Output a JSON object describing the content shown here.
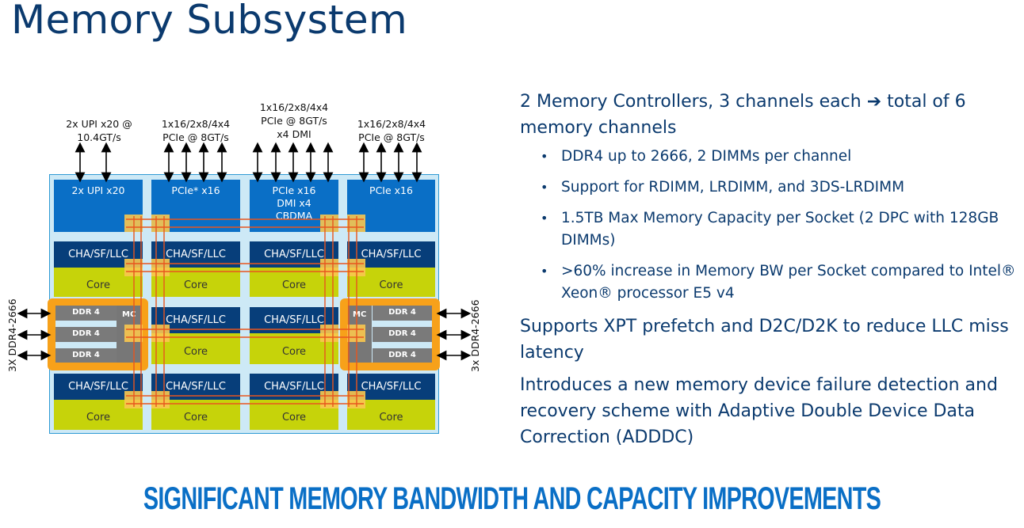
{
  "title": "Memory Subsystem",
  "diagram": {
    "io_labels": [
      {
        "line1": "2x UPI x20 @",
        "line2": "10.4GT/s",
        "line3": ""
      },
      {
        "line1": "1x16/2x8/4x4",
        "line2": "PCIe @ 8GT/s",
        "line3": ""
      },
      {
        "line1": "1x16/2x8/4x4",
        "line2": "PCIe @ 8GT/s",
        "line3": "x4 DMI"
      },
      {
        "line1": "1x16/2x8/4x4",
        "line2": "PCIe @ 8GT/s",
        "line3": ""
      }
    ],
    "io_tiles": [
      {
        "line1": "2x UPI x20",
        "line2": "",
        "line3": ""
      },
      {
        "line1": "PCIe* x16",
        "line2": "",
        "line3": ""
      },
      {
        "line1": "PCIe x16",
        "line2": "DMI x4",
        "line3": "CBDMA"
      },
      {
        "line1": "PCIe x16",
        "line2": "",
        "line3": ""
      }
    ],
    "cha_label": "CHA/SF/LLC",
    "core_label": "Core",
    "mc_label": "MC",
    "ddr_label": "DDR 4",
    "left_channel_label": "3X DDR4-2666",
    "right_channel_label": "3x DDR4-2666",
    "colors": {
      "io_tile": "#0a6fc6",
      "cha_tile": "#073e7a",
      "core_tile": "#c6d30a",
      "mesh_stop": "#f9c74f",
      "mesh_line": "#e8551e",
      "mc_highlight": "#f7a11a",
      "die_background": "#cde9f6"
    }
  },
  "content": {
    "lead1_part1": "2 Memory Controllers, 3 channels each",
    "lead1_arrow": "➔",
    "lead1_part2": "total of 6 memory channels",
    "bullets": [
      "DDR4 up to 2666, 2 DIMMs per channel",
      "Support for RDIMM, LRDIMM, and 3DS-LRDIMM",
      "1.5TB Max Memory Capacity per Socket (2 DPC with 128GB DIMMs)",
      ">60% increase in Memory BW per Socket compared to Intel® Xeon® processor E5 v4"
    ],
    "lead2": "Supports XPT prefetch and D2C/D2K to reduce LLC miss latency",
    "lead3": "Introduces a new memory device failure detection and recovery scheme with Adaptive Double Device Data Correction (ADDDC)"
  },
  "banner": "SIGNIFICANT MEMORY BANDWIDTH AND CAPACITY IMPROVEMENTS"
}
